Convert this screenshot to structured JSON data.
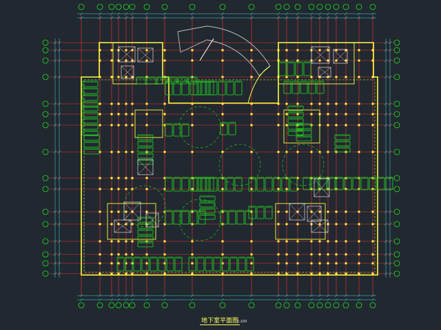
{
  "drawing": {
    "title": "地下室平面图",
    "scale": "1:100"
  },
  "colors": {
    "background": "#212830",
    "axis": "#ff3030",
    "wall": "#ffff40",
    "parking": "#20e020",
    "dimension": "#40e0e0",
    "ramp": "#c0c0c0",
    "text_blue": "#4080ff",
    "white": "#ffffff"
  },
  "parking_groups": [
    {
      "orient": "v",
      "count": 6
    },
    {
      "orient": "v",
      "count": 6
    },
    {
      "orient": "v",
      "count": 6
    },
    {
      "orient": "v",
      "count": 6
    },
    {
      "orient": "v",
      "count": 6
    },
    {
      "orient": "v",
      "count": 6
    },
    {
      "orient": "h",
      "count": 4
    },
    {
      "orient": "h",
      "count": 5
    },
    {
      "orient": "h",
      "count": 5
    },
    {
      "orient": "h",
      "count": 5
    },
    {
      "orient": "h",
      "count": 5
    },
    {
      "orient": "v",
      "count": 3
    },
    {
      "orient": "v",
      "count": 3
    },
    {
      "orient": "h",
      "count": 3
    },
    {
      "orient": "h",
      "count": 3
    },
    {
      "orient": "v",
      "count": 2
    },
    {
      "orient": "v",
      "count": 8
    },
    {
      "orient": "v",
      "count": 8
    },
    {
      "orient": "h",
      "count": 4
    },
    {
      "orient": "v",
      "count": 4
    },
    {
      "orient": "v",
      "count": 5
    },
    {
      "orient": "v",
      "count": 5
    },
    {
      "orient": "v",
      "count": 4
    },
    {
      "orient": "h",
      "count": 3
    },
    {
      "orient": "v",
      "count": 11
    }
  ]
}
